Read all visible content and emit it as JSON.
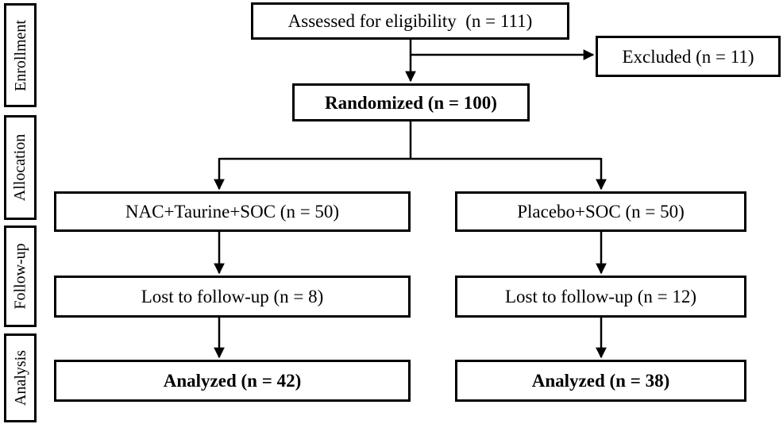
{
  "diagram": {
    "stages": [
      {
        "label": "Enrollment"
      },
      {
        "label": "Allocation"
      },
      {
        "label": "Follow-up"
      },
      {
        "label": "Analysis"
      }
    ],
    "nodes": {
      "assessed": "Assessed for eligibility  (n = 111)",
      "excluded": "Excluded (n = 11)",
      "randomized": "Randomized (n = 100)",
      "arm_left": {
        "allocation": "NAC+Taurine+SOC (n = 50)",
        "followup": "Lost to follow-up (n = 8)",
        "analysis": "Analyzed (n = 42)"
      },
      "arm_right": {
        "allocation": "Placebo+SOC (n = 50)",
        "followup": "Lost to follow-up (n = 12)",
        "analysis": "Analyzed (n = 38)"
      }
    },
    "counts": {
      "assessed": 111,
      "excluded": 11,
      "randomized": 100,
      "arm_left_allocated": 50,
      "arm_right_allocated": 50,
      "arm_left_lost": 8,
      "arm_right_lost": 12,
      "arm_left_analyzed": 42,
      "arm_right_analyzed": 38
    },
    "colors": {
      "border": "#000000",
      "background": "#ffffff",
      "text": "#000000",
      "arrow": "#000000"
    }
  }
}
